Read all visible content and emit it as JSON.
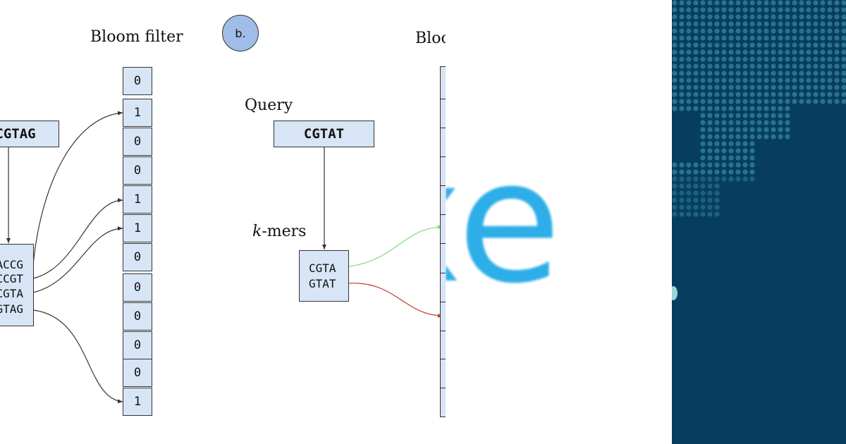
{
  "colors": {
    "cell_fill": "#d7e5f6",
    "badge_fill": "#9fbde6",
    "green_arrow": "#7fe07a",
    "red_arrow": "#c84a3c",
    "logo_blue": "#2daee8",
    "map_bg": "#073e5f",
    "map_dot": "#2f7d98"
  },
  "panel_a": {
    "title": "Bloom filter",
    "input_sequence": "CGTAG",
    "kmers": [
      "ACCG",
      "CCGT",
      "CGTA",
      "GTAG"
    ],
    "bits": [
      "0",
      "1",
      "0",
      "0",
      "1",
      "1",
      "0",
      "0",
      "0",
      "0",
      "0",
      "1"
    ]
  },
  "panel_b": {
    "label": "b.",
    "title": "Bloom filter",
    "query_label": "Query",
    "query_sequence": "CGTAT",
    "kmers_label_italic": "k",
    "kmers_label_rest": "-mers",
    "kmers": [
      "CGTA",
      "GTAT"
    ]
  },
  "logo": {
    "partial_text": "xe"
  }
}
